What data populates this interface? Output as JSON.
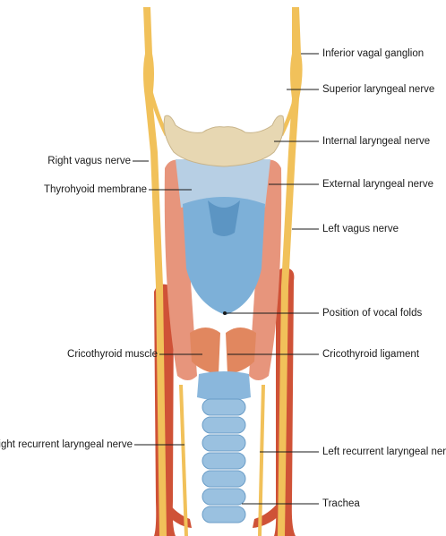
{
  "labels": {
    "inferior_vagal_ganglion": "Inferior vagal ganglion",
    "superior_laryngeal_nerve": "Superior laryngeal nerve",
    "internal_laryngeal_nerve": "Internal laryngeal nerve",
    "external_laryngeal_nerve": "External laryngeal nerve",
    "left_vagus_nerve": "Left vagus nerve",
    "position_of_vocal_folds": "Position of vocal folds",
    "cricothyroid_ligament": "Cricothyroid ligament",
    "left_recurrent_laryngeal_nerve": "Left recurrent laryngeal nerve",
    "trachea": "Trachea",
    "right_vagus_nerve": "Right vagus nerve",
    "thyrohyoid_membrane": "Thyrohyoid membrane",
    "cricothyroid_muscle": "Cricothyroid muscle",
    "right_recurrent_laryngeal_nerve": "Right recurrent laryngeal nerve"
  },
  "colors": {
    "nerve": "#f2c35c",
    "artery": "#d2553b",
    "muscle": "#e89b82",
    "cartilage": "#7fb0d6",
    "membrane": "#b9d2e6",
    "hyoid": "#e6d6b4"
  }
}
